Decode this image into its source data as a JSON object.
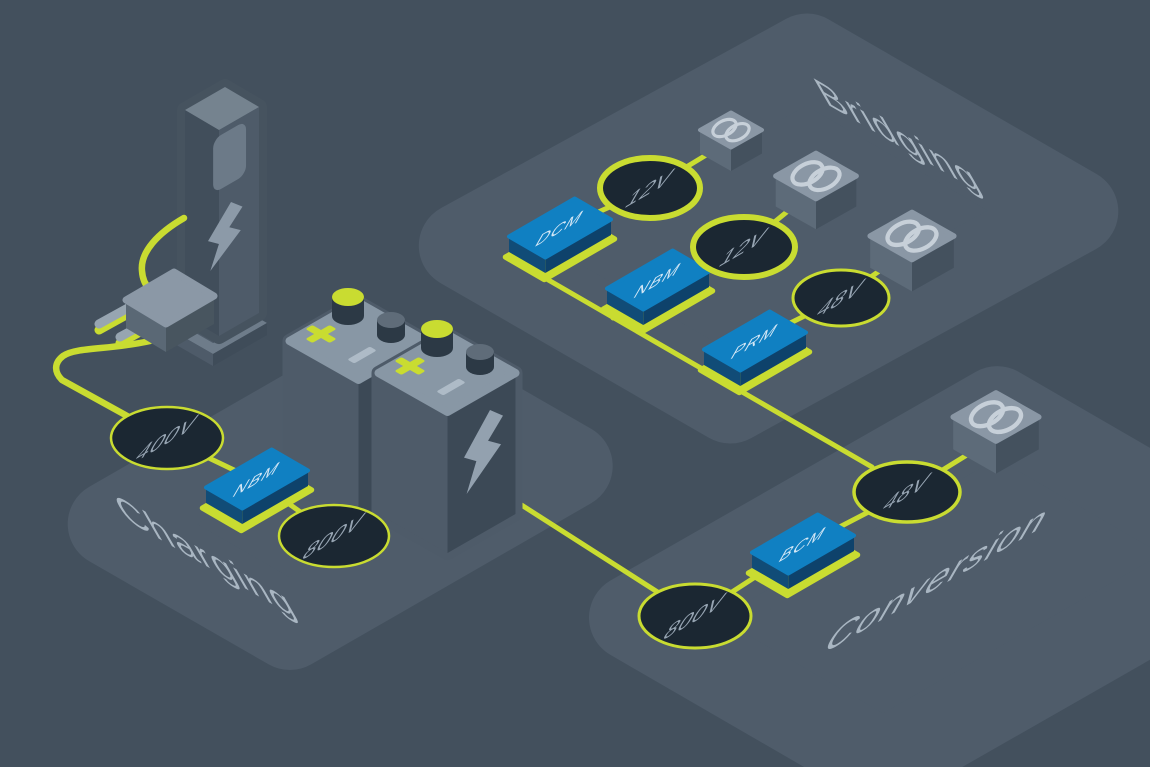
{
  "diagram": {
    "zones": {
      "charging": {
        "title": "Charging"
      },
      "bridging": {
        "title": "Bridging"
      },
      "conversion": {
        "title": "Conversion"
      }
    },
    "charging_flow": {
      "input_node": "400V",
      "module": "NBM",
      "output_node": "800V"
    },
    "conversion_flow": {
      "input_node": "800V",
      "module": "BCM",
      "output_node": "48V"
    },
    "bridging_flow": {
      "chains": [
        {
          "module": "DCM",
          "node": "12V"
        },
        {
          "module": "NBM",
          "node": "12V"
        },
        {
          "module": "PRM",
          "node": "48V"
        }
      ]
    }
  },
  "icons": {
    "load_box": "double-ring-load-icon",
    "charger": "lightning-bolt-icon",
    "battery": "lightning-bolt-icon",
    "battery_terminals": "plus-icon / minus-icon"
  },
  "colors": {
    "background": "#43505d",
    "panel": "#4f5c6a",
    "wire_accent": "#c9dc31",
    "node_fill": "#1b2732",
    "node_ring": "#c9dc31",
    "node_text": "#97a5b3",
    "module_top": "#1080c2",
    "module_side": "#114c77",
    "module_text": "#d6e8f6",
    "zone_title_text": "#a9b6c2",
    "metal_light": "#8a97a5",
    "metal_mid": "#5d6b79",
    "metal_dark": "#44515e"
  }
}
